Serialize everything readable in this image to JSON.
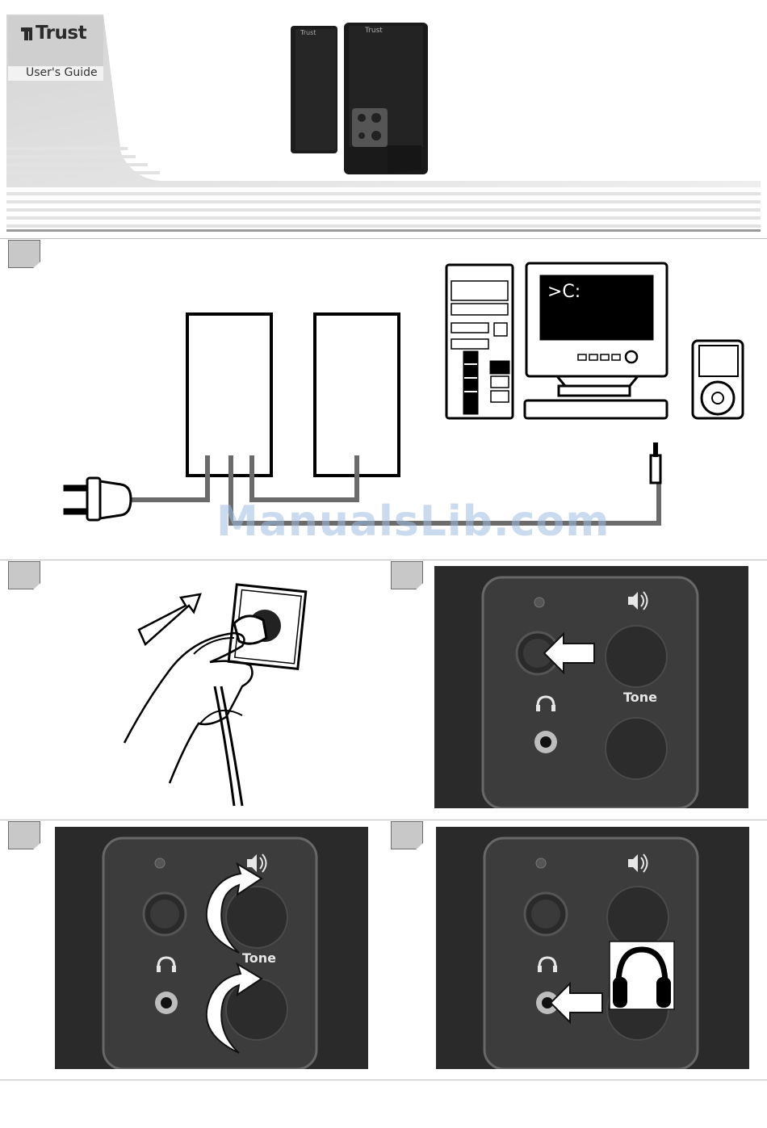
{
  "header": {
    "brand": "Trust",
    "subtitle": "User's Guide"
  },
  "step1": {
    "screen_prompt": ">C:"
  },
  "watermark": "ManualsLib.com",
  "step3": {
    "tone_label": "Tone"
  },
  "step4": {
    "tone_label": "Tone"
  },
  "step5": {
    "tone_label": ""
  },
  "colors": {
    "tab_gray": "#c8c8c8",
    "cable_gray": "#6b6b6b",
    "panel_dark": "#3c3c3c",
    "fabric": "#2a2a2a"
  }
}
